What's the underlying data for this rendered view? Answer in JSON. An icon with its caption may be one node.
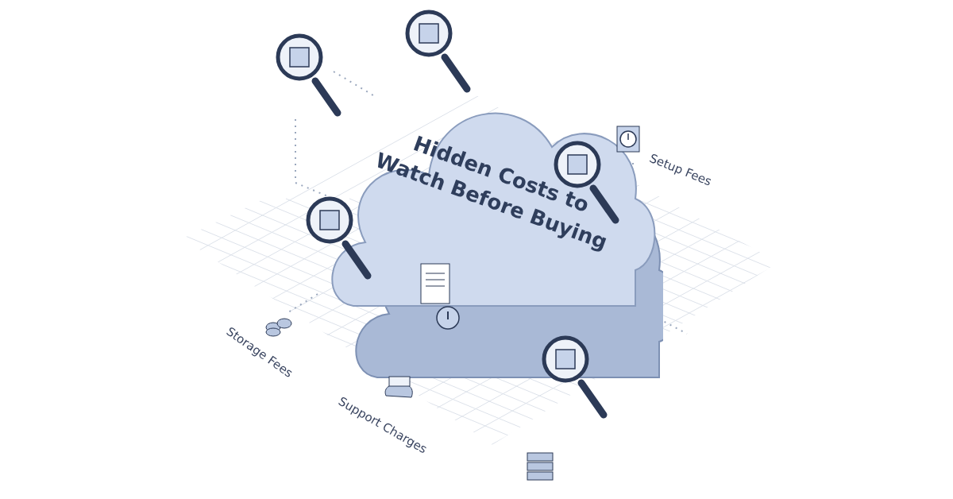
{
  "diagram": {
    "nodes": [
      {
        "text": [
          "Hidden Costs to Watch Before Buying"
        ]
      }
    ],
    "labels": [
      "Setup Fees",
      "Storage Fees",
      "Support Charges"
    ]
  }
}
